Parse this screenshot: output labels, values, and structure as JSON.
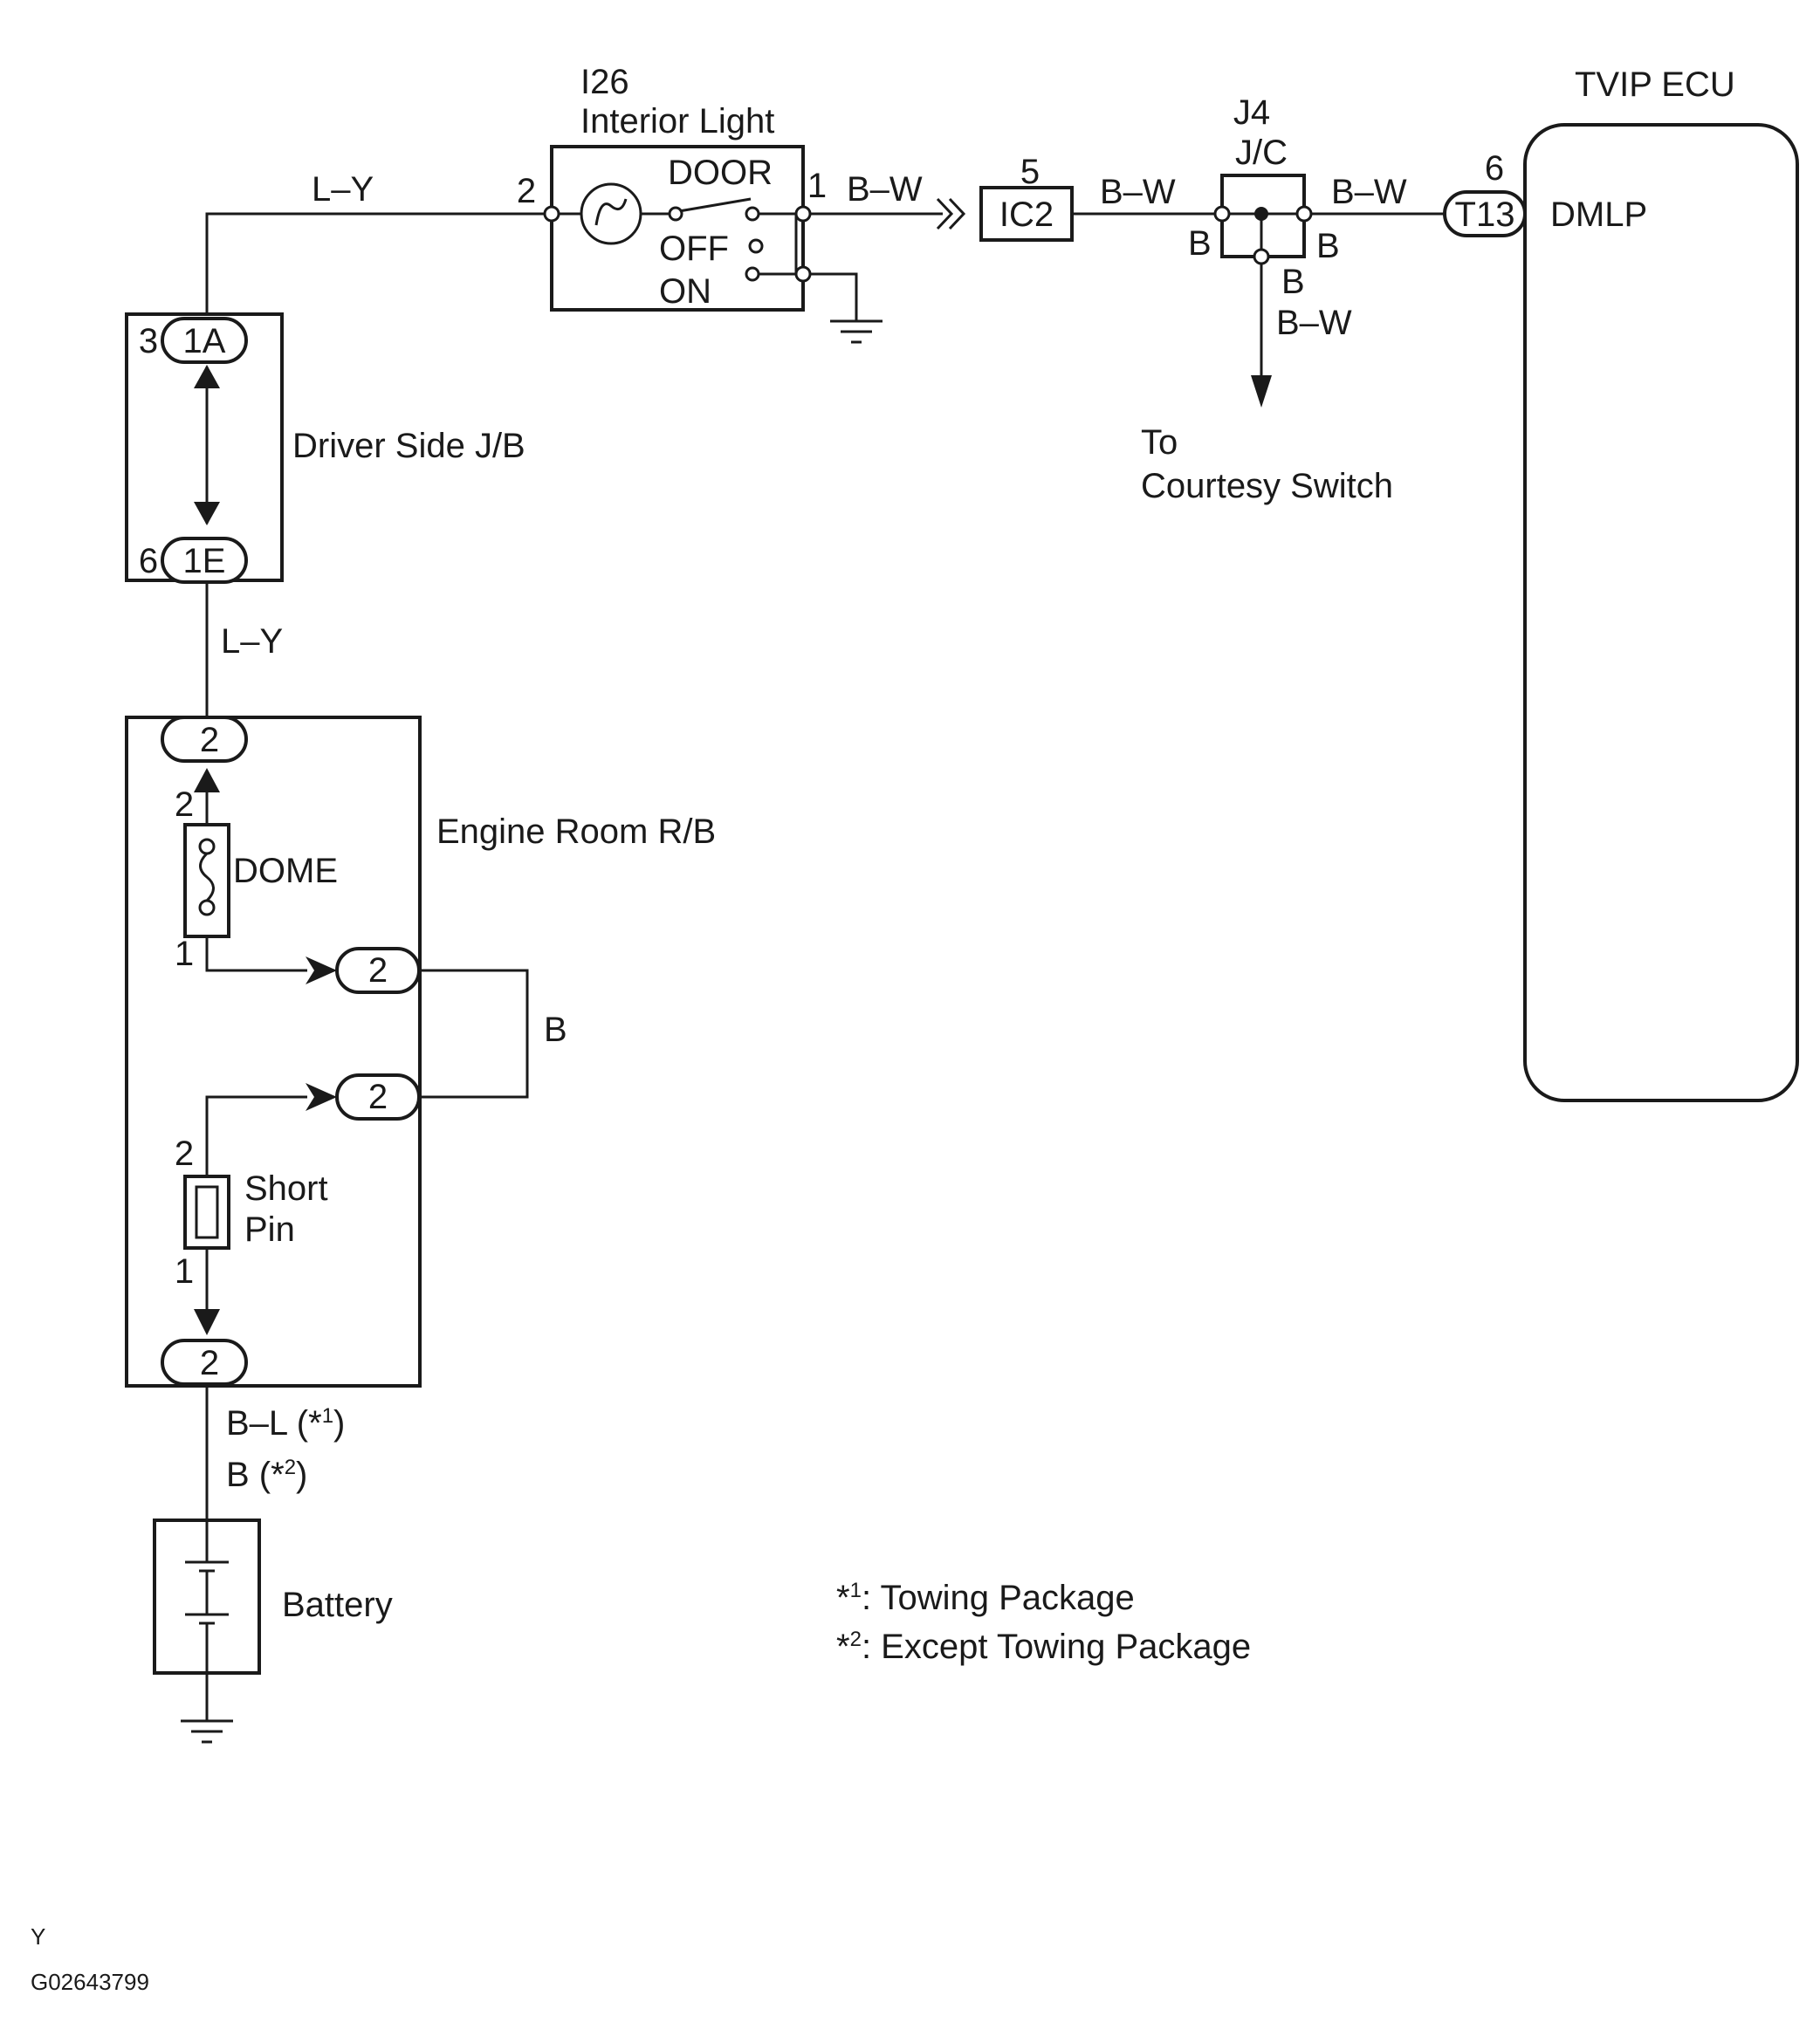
{
  "interior_light": {
    "id": "I26",
    "name": "Interior Light",
    "pos_door": "DOOR",
    "pos_off": "OFF",
    "pos_on": "ON",
    "pin_in": "2",
    "pin_out": "1"
  },
  "connectors": {
    "ic2": "IC2",
    "ic2_pin": "5",
    "t13": "T13",
    "t13_pin": "6",
    "c1a": "1A",
    "c1a_pin": "3",
    "c1e": "1E",
    "c1e_pin": "6",
    "rb_top": "2",
    "rb_mid1": "2",
    "rb_mid2": "2",
    "rb_bot": "2"
  },
  "junction": {
    "id": "J4",
    "name": "J/C",
    "left_label": "B",
    "right_label": "B",
    "bottom_label": "B"
  },
  "ecu": {
    "name": "TVIP ECU",
    "terminal": "DMLP"
  },
  "wires": {
    "top_left": "L–Y",
    "light_out": "B–W",
    "ic2_out": "B–W",
    "jc_out": "B–W",
    "jc_down": "B–W",
    "jb_out": "L–Y",
    "rb_loop": "B",
    "battery_a": "B–L (*",
    "battery_a_sup": "1",
    "battery_b": "B (*",
    "battery_b_sup": "2",
    "close_paren": ")"
  },
  "destination": {
    "line1": "To",
    "line2": "Courtesy Switch"
  },
  "driver_jb": {
    "name": "Driver Side J/B"
  },
  "engine_rb": {
    "name": "Engine Room R/B",
    "fuse": "DOME",
    "fuse_pin_top": "2",
    "fuse_pin_bot": "1",
    "short_pin_line1": "Short",
    "short_pin_line2": "Pin",
    "short_pin_top": "2",
    "short_pin_bot": "1"
  },
  "battery": {
    "name": "Battery"
  },
  "notes": {
    "n1_star": "*",
    "n1_sup": "1",
    "n1_text": ": Towing Package",
    "n2_star": "*",
    "n2_sup": "2",
    "n2_text": ": Except Towing Package"
  },
  "footer": {
    "code1": "Y",
    "code2": "G02643799"
  }
}
